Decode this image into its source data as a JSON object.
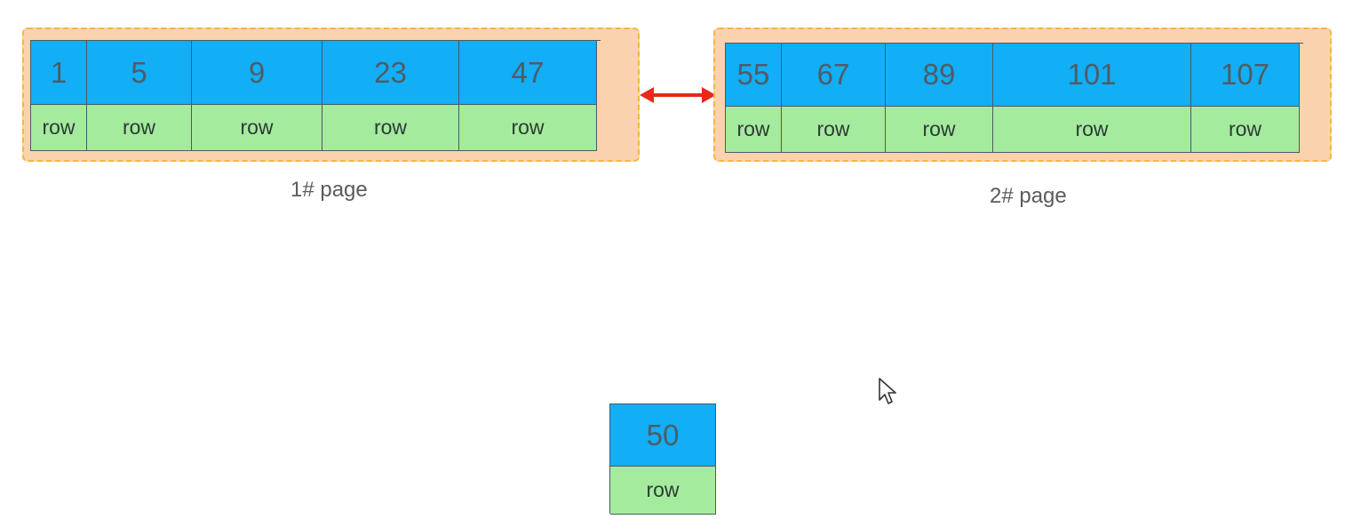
{
  "pages": [
    {
      "caption": "1#  page",
      "records": [
        {
          "key": "1",
          "row": "row"
        },
        {
          "key": "5",
          "row": "row"
        },
        {
          "key": "9",
          "row": "row"
        },
        {
          "key": "23",
          "row": "row"
        },
        {
          "key": "47",
          "row": "row"
        }
      ]
    },
    {
      "caption": "2#  page",
      "records": [
        {
          "key": "55",
          "row": "row"
        },
        {
          "key": "67",
          "row": "row"
        },
        {
          "key": "89",
          "row": "row"
        },
        {
          "key": "101",
          "row": "row"
        },
        {
          "key": "107",
          "row": "row"
        }
      ]
    }
  ],
  "new_record": {
    "key": "50",
    "row": "row"
  },
  "colors": {
    "key_cell": "#12aef6",
    "row_cell": "#a4eb9e",
    "page_bg": "#fbd2ae",
    "page_border": "#f5b73a",
    "link_arrow": "#e8281b"
  }
}
